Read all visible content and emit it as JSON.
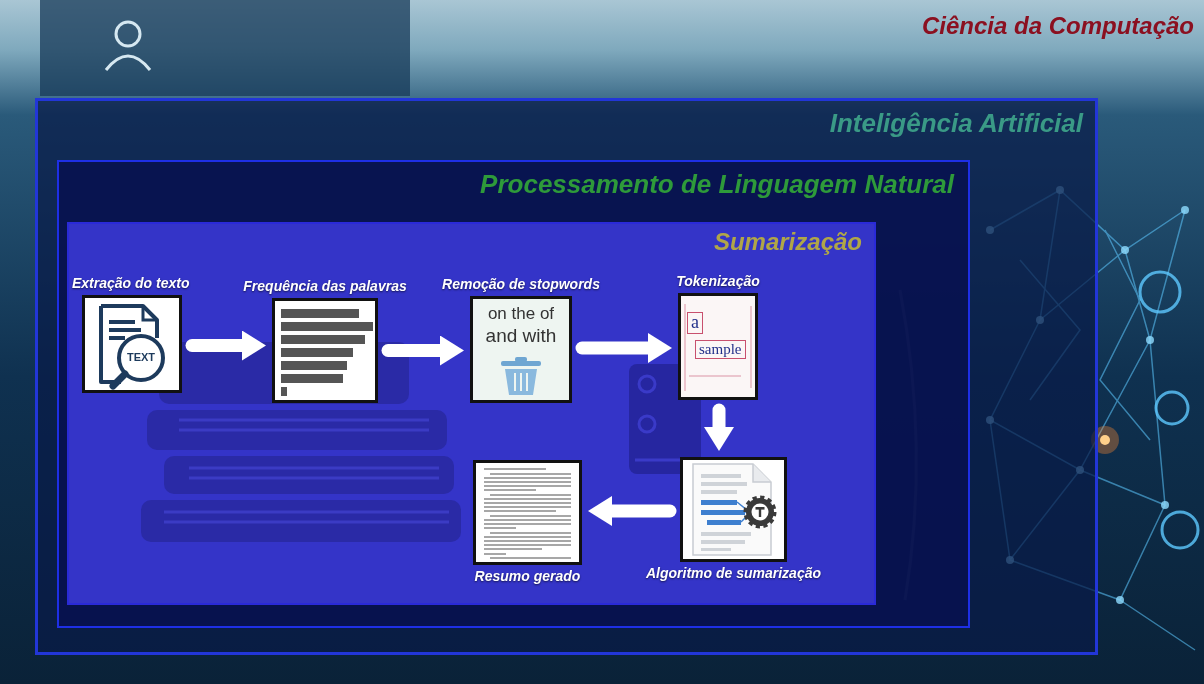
{
  "diagram": {
    "nodes": [
      {
        "text": [
          "Ciência da Computação"
        ]
      },
      {
        "text": [
          "Inteligência Artificial"
        ],
        "in": 0
      },
      {
        "text": [
          "Processamento de Linguagem Natural"
        ],
        "in": 1
      },
      {
        "text": [
          "Sumarização"
        ],
        "in": 2
      },
      {
        "text": [
          "Extração do texto"
        ],
        "in": 3
      },
      {
        "text": [
          "Frequência das palavras"
        ],
        "in": 3
      },
      {
        "text": [
          "Remoção de stopwords"
        ],
        "in": 3
      },
      {
        "text": [
          "Tokenização"
        ],
        "in": 3
      },
      {
        "text": [
          "Algoritmo de sumarização"
        ],
        "in": 3
      },
      {
        "text": [
          "Resumo gerado"
        ],
        "in": 3
      }
    ],
    "edges": [
      {
        "from": 4,
        "to": 5,
        "arrow": "to"
      },
      {
        "from": 5,
        "to": 6,
        "arrow": "to"
      },
      {
        "from": 6,
        "to": 7,
        "arrow": "to"
      },
      {
        "from": 7,
        "to": 8,
        "arrow": "to"
      },
      {
        "from": 8,
        "to": 9,
        "arrow": "to"
      }
    ],
    "labels": [
      "TEXT",
      "on the of",
      "and with",
      "a",
      "sample"
    ]
  }
}
